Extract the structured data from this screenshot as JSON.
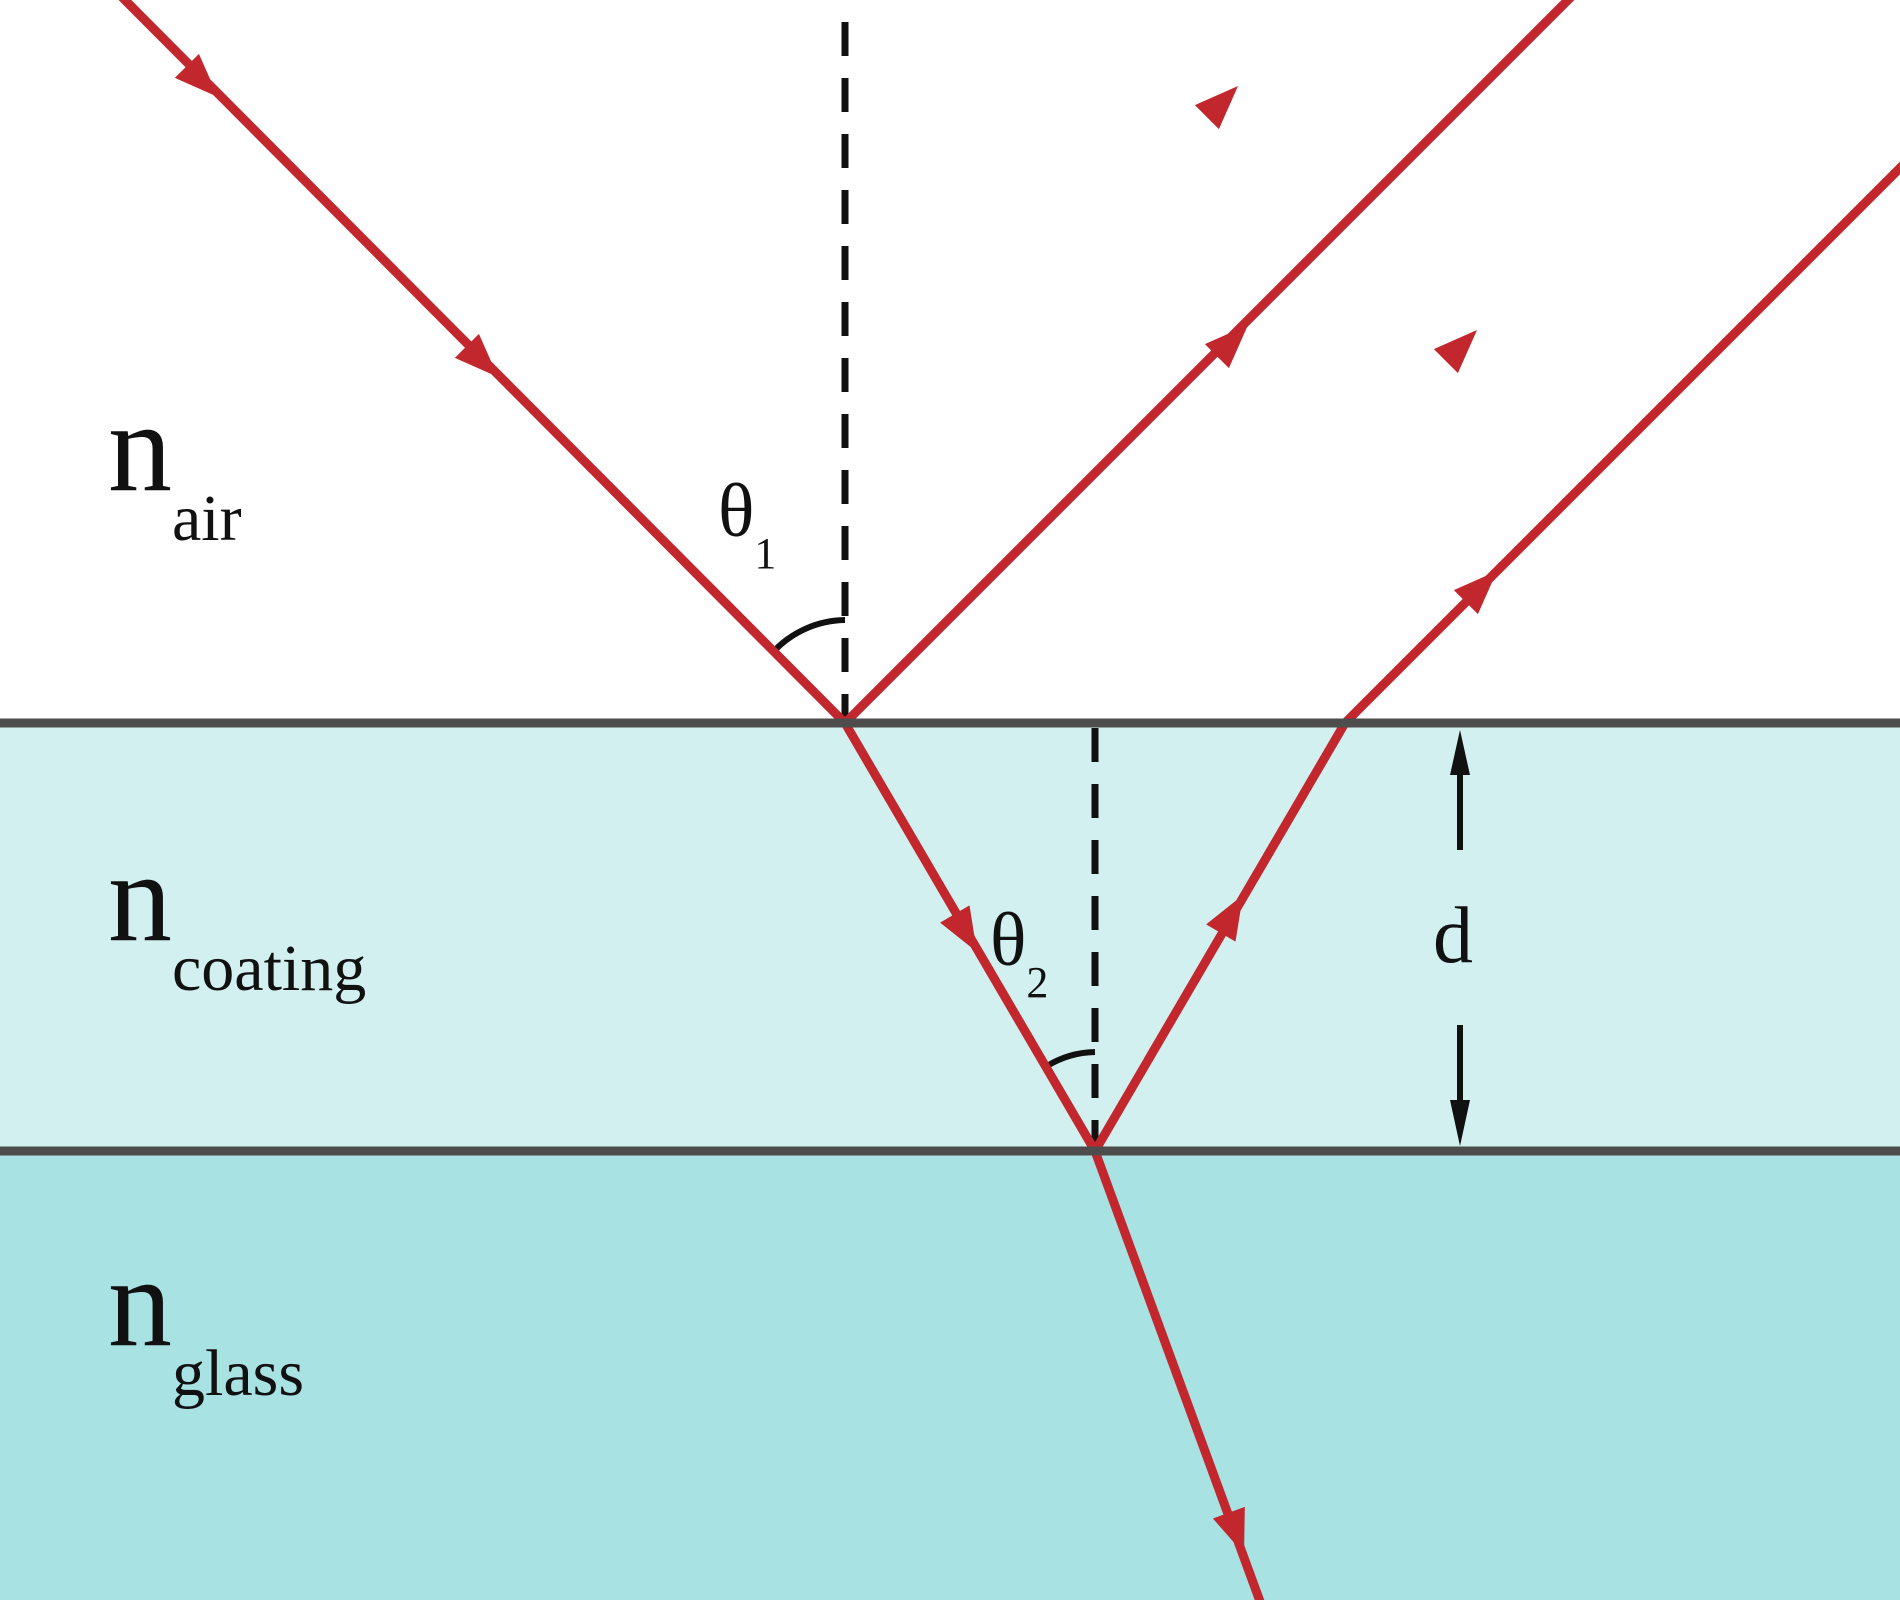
{
  "labels": {
    "air": {
      "main": "n",
      "sub": "air"
    },
    "coating": {
      "main": "n",
      "sub": "coating"
    },
    "glass": {
      "main": "n",
      "sub": "glass"
    },
    "theta1": {
      "symbol": "θ",
      "sub": "1"
    },
    "theta2": {
      "symbol": "θ",
      "sub": "2"
    },
    "thickness": "d"
  },
  "colors": {
    "air": "#ffffff",
    "coating": "#d3f0f0",
    "glass": "#a8e2e3",
    "ray": "#c1272d",
    "interface": "#4d4d4d",
    "normal": "#111111"
  },
  "icons": {
    "ray_arrow": "triangle-arrowhead",
    "dimension_arrow": "double-headed-arrow"
  }
}
